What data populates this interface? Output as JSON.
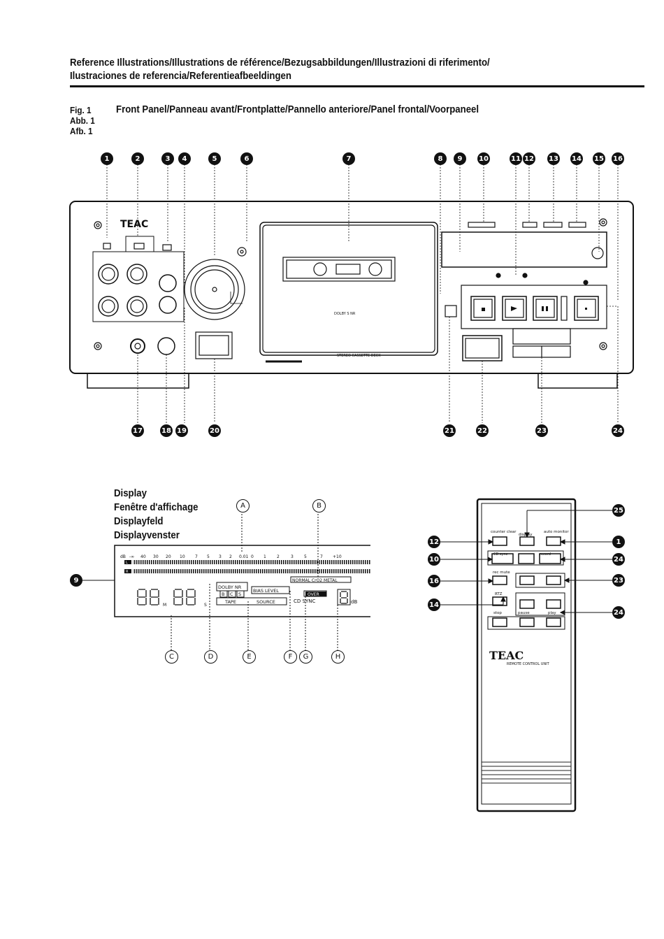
{
  "header": {
    "title_line1": "Reference Illustrations/Illustrations de référence/Bezugsabbildungen/Illustrazioni di riferimento/",
    "title_line2": "Ilustraciones de referencia/Referentieafbeeldingen"
  },
  "figure": {
    "labels": [
      "Fig. 1",
      "Abb. 1",
      "Afb. 1"
    ],
    "title": "Front Panel/Panneau avant/Frontplatte/Pannello  anteriore/Panel frontal/Voorpaneel"
  },
  "front_panel": {
    "brand": "TEAC",
    "deck_label": "STEREO CASSETTE DECK",
    "dolby_label": "DOLBY S NR",
    "callouts_top": [
      "1",
      "2",
      "3",
      "4",
      "5",
      "6",
      "7",
      "8",
      "9",
      "10",
      "11",
      "12",
      "13",
      "14",
      "15",
      "16"
    ],
    "callouts_bottom": [
      "17",
      "18",
      "19",
      "20",
      "21",
      "22",
      "23",
      "24"
    ]
  },
  "display": {
    "titles": [
      "Display",
      "Fenêtre d'affichage",
      "Displayfeld",
      "Displayvenster"
    ],
    "scale": [
      "dB",
      "-∞",
      "40",
      "30",
      "20",
      "10",
      "7",
      "5",
      "3",
      "2",
      "0.01",
      "0",
      "1",
      "2",
      "3",
      "5",
      "7",
      "+10"
    ],
    "channel_l": "L",
    "channel_r": "R",
    "dolby_nr": "DOLBY NR",
    "nr_modes": [
      "B",
      "C",
      "S"
    ],
    "bias_level": "BIAS LEVEL",
    "tape_types": "NORMAL CrO2 METAL",
    "tape": "TAPE",
    "source": "SOURCE",
    "cd_sync": "CD SYNC",
    "over": "OVER",
    "db": "dB",
    "m": "M",
    "s": "S",
    "callout_9": "9",
    "letters": [
      "A",
      "B",
      "C",
      "D",
      "E",
      "F",
      "G",
      "H"
    ]
  },
  "remote": {
    "brand": "TEAC",
    "subtitle": "REMOTE CONTROL UNIT",
    "buttons": {
      "counter_clear": "counter clear",
      "display": "display",
      "auto_monitor": "auto monitor",
      "cd_sync": "CD sync",
      "record": "record",
      "rec_mute": "rec mute",
      "rtz": "RTZ",
      "stop": "stop",
      "pause": "pause",
      "play": "play"
    },
    "callouts_right": [
      "25",
      "1",
      "24",
      "23",
      "24"
    ],
    "callouts_left": [
      "12",
      "10",
      "16",
      "14"
    ]
  }
}
